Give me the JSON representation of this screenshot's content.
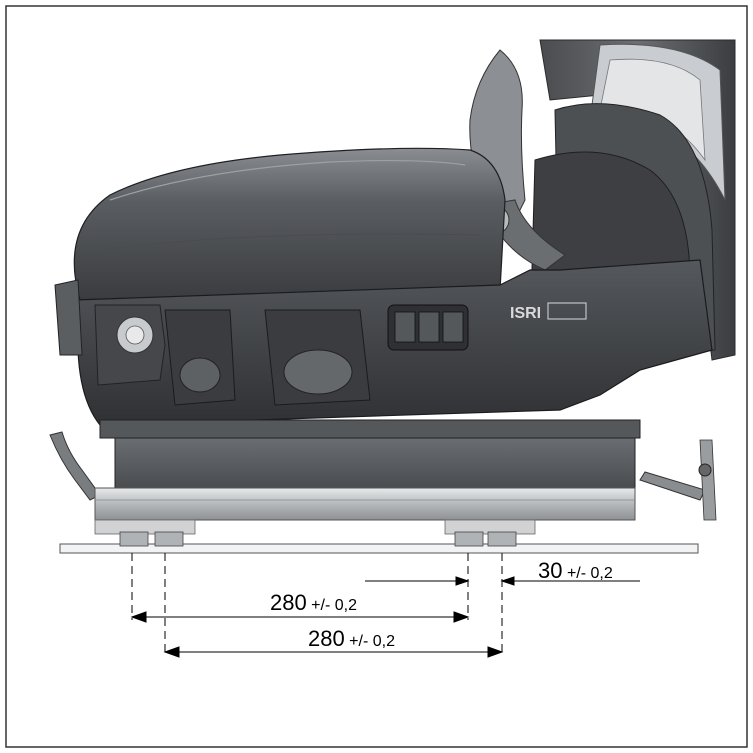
{
  "figure": {
    "brand_logo": "ISRI",
    "background": "#ffffff",
    "seat_colors": {
      "dark": "#3d3f42",
      "mid": "#6f7276",
      "light": "#b9bcc0",
      "highlight": "#e4e6e8"
    }
  },
  "dimensions": {
    "offset": {
      "value": "30",
      "tolerance": "+/- 0,2"
    },
    "spacing_front": {
      "value": "280",
      "tolerance": "+/- 0,2"
    },
    "spacing_rear": {
      "value": "280",
      "tolerance": "+/- 0,2"
    }
  }
}
